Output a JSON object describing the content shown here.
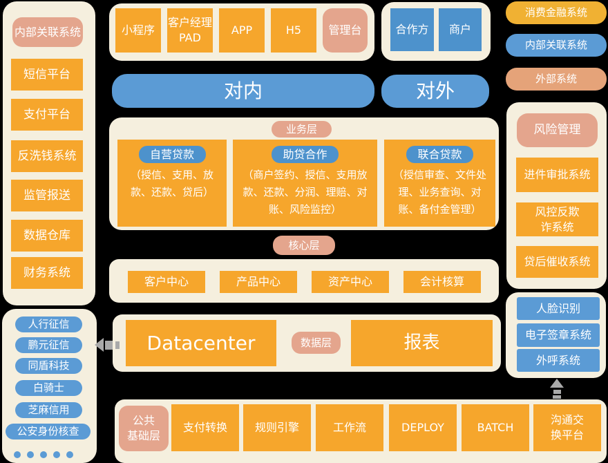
{
  "colors": {
    "background": "#000000",
    "panel_cream": "#F5EFDE",
    "box_orange": "#F6A62C",
    "legend_orange": "#F0B133",
    "blue": "#5B9BD5",
    "deep_blue": "#4D92CC",
    "salmon": "#E4A58D",
    "legend_salmon": "#E5A379",
    "arrow_gray": "#A9A9A9",
    "text_white": "#FFFFFF"
  },
  "left_systems": {
    "header": "内部关联系统",
    "items": [
      "短信平台",
      "支付平台",
      "反洗钱系统",
      "监管报送",
      "数据仓库",
      "财务系统"
    ]
  },
  "external_credit": {
    "items": [
      "人行征信",
      "鹏元征信",
      "同盾科技",
      "白骑士",
      "芝麻信用",
      "公安身份核查"
    ]
  },
  "channels": {
    "items": [
      "小程序",
      "客户经理\nPAD",
      "APP",
      "H5"
    ],
    "admin": "管理台"
  },
  "partners": {
    "items": [
      "合作方",
      "商户"
    ]
  },
  "banners": {
    "internal": "对内",
    "external": "对外"
  },
  "business": {
    "label": "业务层",
    "cards": [
      {
        "title": "自营贷款",
        "body": "（授信、支用、放款、还款、贷后）"
      },
      {
        "title": "助贷合作",
        "body": "（商户签约、授信、支用放款、还款、分润、理赔、对账、风险监控）"
      },
      {
        "title": "联合贷款",
        "body": "（授信审查、文件处理、业务查询、对账、备付金管理）"
      }
    ]
  },
  "core": {
    "label": "核心层",
    "items": [
      "客户中心",
      "产品中心",
      "资产中心",
      "会计核算"
    ]
  },
  "data_layer": {
    "label": "数据层",
    "left": "Datacenter",
    "right": "报表"
  },
  "foundation": {
    "label": "公共\n基础层",
    "items": [
      "支付转换",
      "规则引擎",
      "工作流",
      "DEPLOY",
      "BATCH",
      "沟通交\n换平台"
    ]
  },
  "legend": {
    "items": [
      "消费金融系统",
      "内部关联系统",
      "外部系统"
    ]
  },
  "risk": {
    "header": "风险管理",
    "items": [
      "进件审批系统",
      "风控反欺\n诈系统",
      "贷后催收系统"
    ]
  },
  "right_services": {
    "items": [
      "人脸识别",
      "电子签章系统",
      "外呼系统"
    ]
  }
}
